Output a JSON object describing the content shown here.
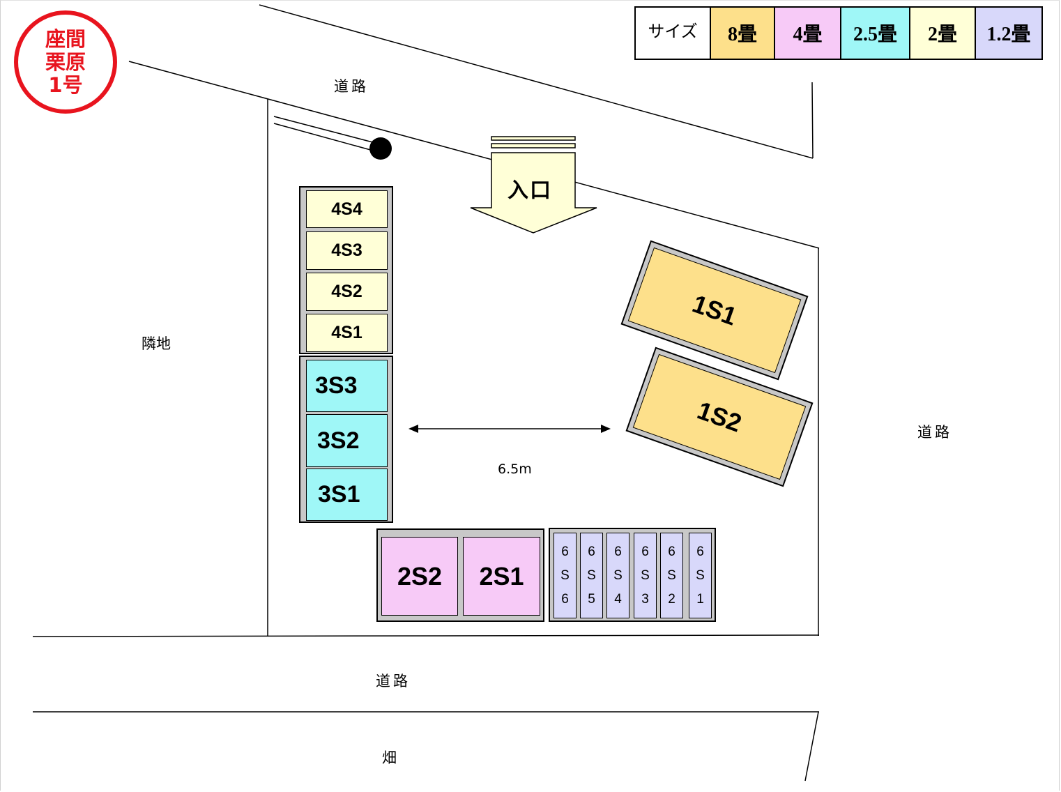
{
  "stamp": {
    "line1": "座間",
    "line2": "栗原",
    "line3": "1号"
  },
  "legend": {
    "header": "サイズ",
    "items": [
      {
        "label": "8畳",
        "color": "#fde08b"
      },
      {
        "label": "4畳",
        "color": "#f7caf7"
      },
      {
        "label": "2.5畳",
        "color": "#9ff7f7"
      },
      {
        "label": "2畳",
        "color": "#ffffd7"
      },
      {
        "label": "1.2畳",
        "color": "#d8d8fa"
      }
    ]
  },
  "labels": {
    "road_top": "道路",
    "road_right": "道路",
    "road_bottom": "道路",
    "neighbor": "隣地",
    "field": "畑",
    "entrance": "入口",
    "distance": "6.5m"
  },
  "units": {
    "group4": [
      "4S4",
      "4S3",
      "4S2",
      "4S1"
    ],
    "group3": [
      "3S3",
      "3S2",
      "3S1"
    ],
    "group1": [
      "1S1",
      "1S2"
    ],
    "group2": [
      "2S2",
      "2S1"
    ],
    "group6": [
      {
        "line1": "6",
        "line2": "S",
        "line3": "6"
      },
      {
        "line1": "6",
        "line2": "S",
        "line3": "5"
      },
      {
        "line1": "6",
        "line2": "S",
        "line3": "4"
      },
      {
        "line1": "6",
        "line2": "S",
        "line3": "3"
      },
      {
        "line1": "6",
        "line2": "S",
        "line3": "2"
      },
      {
        "line1": "6",
        "line2": "S",
        "line3": "1"
      }
    ]
  }
}
